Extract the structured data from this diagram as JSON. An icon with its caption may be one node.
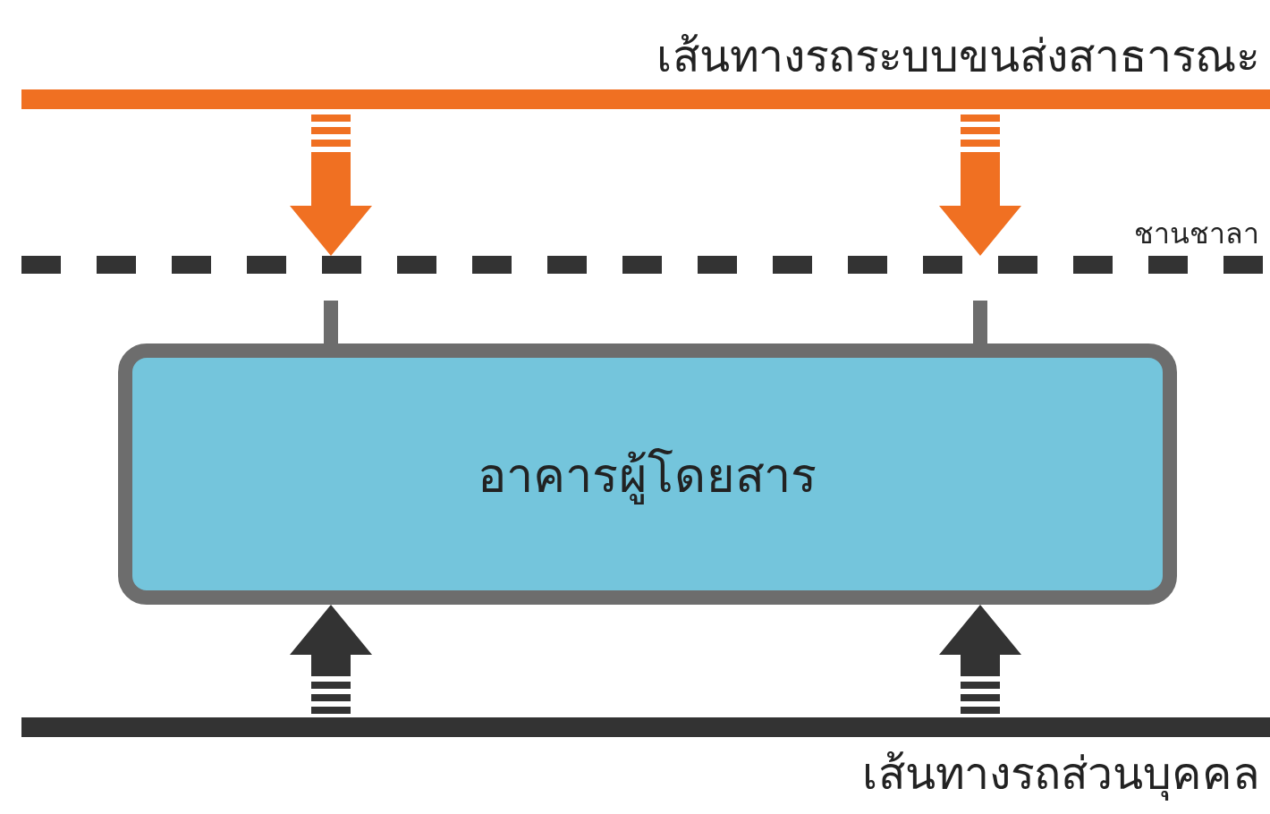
{
  "diagram": {
    "nodes": [
      {
        "text": [
          "เส้นทางรถระบบขนส่งสาธารณะ"
        ]
      },
      {
        "text": [
          "ชานชาลา"
        ]
      },
      {
        "text": [
          "อาคารผู้โดยสาร"
        ]
      },
      {
        "text": [
          "เส้นทางรถส่วนบุคคล"
        ]
      }
    ],
    "edges": [
      {
        "from": 0,
        "to": 1,
        "arrow": "to",
        "style": "thick",
        "color": "#f07022"
      },
      {
        "from": 0,
        "to": 1,
        "arrow": "to",
        "style": "thick",
        "color": "#f07022"
      },
      {
        "from": 1,
        "to": 2,
        "arrow": "none",
        "color": "#6d6d6d"
      },
      {
        "from": 1,
        "to": 2,
        "arrow": "none",
        "color": "#6d6d6d"
      },
      {
        "from": 3,
        "to": 2,
        "arrow": "to",
        "style": "thick",
        "color": "#333333"
      },
      {
        "from": 3,
        "to": 2,
        "arrow": "to",
        "style": "thick",
        "color": "#333333"
      }
    ]
  }
}
